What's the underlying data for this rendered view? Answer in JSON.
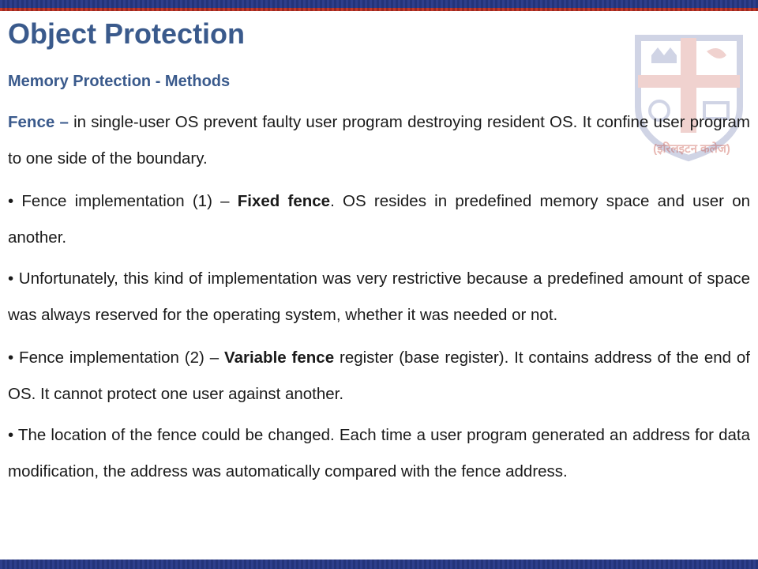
{
  "slide": {
    "title": "Object Protection",
    "subtitle": "Memory Protection - Methods",
    "intro": {
      "lead": "Fence –",
      "text": " in single-user OS prevent faulty user program destroying resident OS. It confine user program to one side of the boundary."
    },
    "bullets": [
      {
        "prefix": "• Fence implementation (1) – ",
        "keyword": "Fixed fence",
        "suffix": ". OS resides in predefined memory space and user on another."
      },
      {
        "prefix": "• Unfortunately, this kind of implementation was very restrictive because a predefined amount of space was always reserved for the operating system, whether it was needed or not.",
        "keyword": "",
        "suffix": ""
      },
      {
        "prefix": "• Fence implementation (2) – ",
        "keyword": "Variable fence",
        "suffix": " register (base register). It contains address of the end of OS. It cannot protect one user against another."
      },
      {
        "prefix": "•  The location of the fence could be changed. Each time a user program generated an address for data modification, the address was automatically compared with the fence address.",
        "keyword": "",
        "suffix": ""
      }
    ]
  },
  "colors": {
    "title": "#3a5a8c",
    "bar_blue": "#2e3f8c",
    "bar_red": "#c0392b"
  },
  "logo": {
    "caption": "(इरिलइटन कलेज)"
  }
}
